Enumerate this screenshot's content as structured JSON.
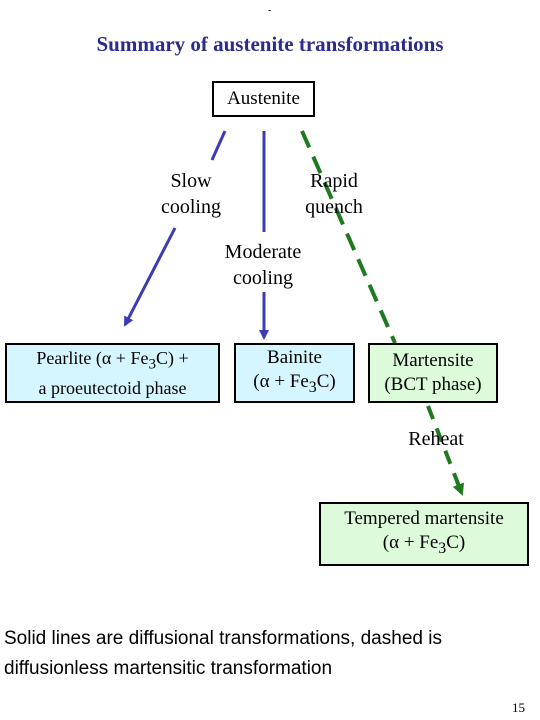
{
  "slide": {
    "top_mark": "-",
    "title": "Summary of austenite transformations",
    "page_number": "15"
  },
  "nodes": {
    "austenite": "Austenite",
    "pearlite": {
      "line1_start": "Pearlite (α + Fe",
      "sub": "3",
      "line1_end": "C) +",
      "line2": "a proeutectoid phase"
    },
    "bainite": {
      "line1": "Bainite",
      "line2_start": "(α + Fe",
      "sub": "3",
      "line2_end": "C)"
    },
    "martensite": {
      "line1": "Martensite",
      "line2": "(BCT phase)"
    },
    "tempered": {
      "line1": "Tempered martensite",
      "line2_start": "(α + Fe",
      "sub": "3",
      "line2_end": "C)"
    }
  },
  "edge_labels": {
    "slow": {
      "line1": "Slow",
      "line2": "cooling"
    },
    "rapid": {
      "line1": "Rapid",
      "line2": "quench"
    },
    "moderate": {
      "line1": "Moderate",
      "line2": "cooling"
    },
    "reheat": "Reheat"
  },
  "note": "Solid lines are diffusional transformations, dashed is diffusionless martensitic transformation",
  "colors": {
    "title": "#2a2a8f",
    "solid_arrow": "#3b3bb5",
    "dashed_arrow": "#1f7a1f",
    "diffusional_box": "#d6f6ff",
    "diffusionless_box": "#ddfada"
  }
}
